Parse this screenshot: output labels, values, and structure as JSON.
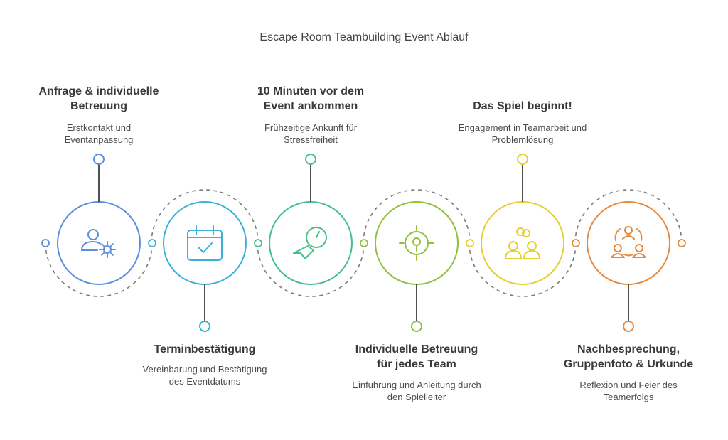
{
  "title": "Escape Room Teambuilding Event Ablauf",
  "steps": [
    {
      "title_lines": [
        "Anfrage & individuelle",
        "Betreuung"
      ],
      "desc_lines": [
        "Erstkontakt und",
        "Eventanpassung"
      ],
      "color": "#5b8ee0",
      "icon": "user-gear-icon"
    },
    {
      "title_lines": [
        "Terminbestätigung"
      ],
      "desc_lines": [
        "Vereinbarung und Bestätigung",
        "des Eventdatums"
      ],
      "color": "#3bb1d8",
      "icon": "calendar-check-icon"
    },
    {
      "title_lines": [
        "10 Minuten vor dem",
        "Event ankommen"
      ],
      "desc_lines": [
        "Frühzeitige Ankunft für",
        "Stressfreiheit"
      ],
      "color": "#45c08a",
      "icon": "clock-plane-icon"
    },
    {
      "title_lines": [
        "Individuelle Betreuung",
        "für jedes Team"
      ],
      "desc_lines": [
        "Einführung und Anleitung durch",
        "den Spielleiter"
      ],
      "color": "#8fc13b",
      "icon": "target-key-icon"
    },
    {
      "title_lines": [
        "Das Spiel beginnt!"
      ],
      "desc_lines": [
        "Engagement in Teamarbeit und",
        "Problemlösung"
      ],
      "color": "#e6cf2e",
      "icon": "team-puzzle-icon"
    },
    {
      "title_lines": [
        "Nachbesprechung,",
        "Gruppenfoto & Urkunde"
      ],
      "desc_lines": [
        "Reflexion und Feier des",
        "Teamerfolgs"
      ],
      "color": "#e58a3c",
      "icon": "group-discussion-icon"
    }
  ]
}
